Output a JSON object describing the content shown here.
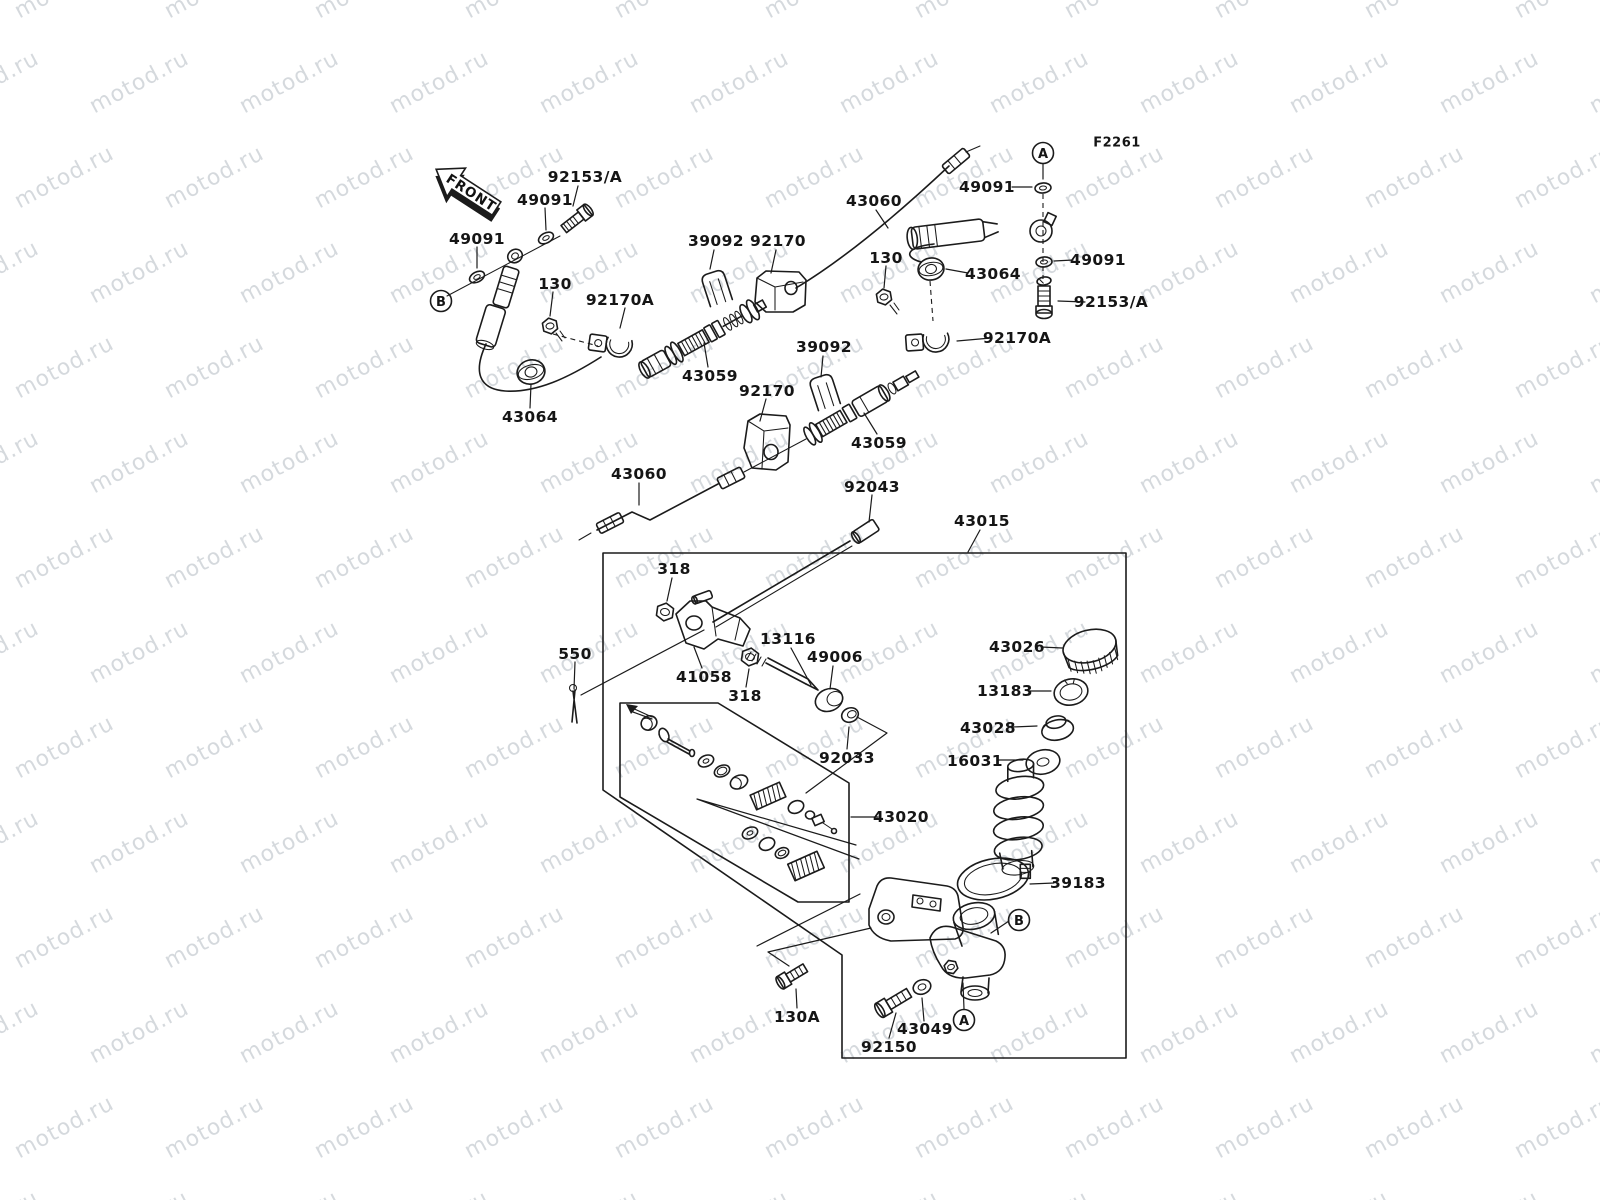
{
  "watermark": {
    "text": "motod.ru"
  },
  "figure": {
    "code": "F2261",
    "front_label": "FRONT"
  },
  "markers": [
    {
      "text": "A"
    },
    {
      "text": "B"
    },
    {
      "text": "B"
    },
    {
      "text": "A"
    }
  ],
  "callouts": [
    {
      "text": "92153/A"
    },
    {
      "text": "49091"
    },
    {
      "text": "49091"
    },
    {
      "text": "130"
    },
    {
      "text": "92170A"
    },
    {
      "text": "43064"
    },
    {
      "text": "39092"
    },
    {
      "text": "92170"
    },
    {
      "text": "43060"
    },
    {
      "text": "130"
    },
    {
      "text": "49091"
    },
    {
      "text": "43064"
    },
    {
      "text": "49091"
    },
    {
      "text": "92153/A"
    },
    {
      "text": "92170A"
    },
    {
      "text": "39092"
    },
    {
      "text": "43059"
    },
    {
      "text": "92170"
    },
    {
      "text": "43059"
    },
    {
      "text": "43060"
    },
    {
      "text": "92043"
    },
    {
      "text": "43015"
    },
    {
      "text": "318"
    },
    {
      "text": "550"
    },
    {
      "text": "41058"
    },
    {
      "text": "318"
    },
    {
      "text": "13116"
    },
    {
      "text": "49006"
    },
    {
      "text": "92033"
    },
    {
      "text": "43026"
    },
    {
      "text": "13183"
    },
    {
      "text": "43028"
    },
    {
      "text": "16031"
    },
    {
      "text": "43020"
    },
    {
      "text": "39183"
    },
    {
      "text": "130A"
    },
    {
      "text": "43049"
    },
    {
      "text": "92150"
    }
  ]
}
